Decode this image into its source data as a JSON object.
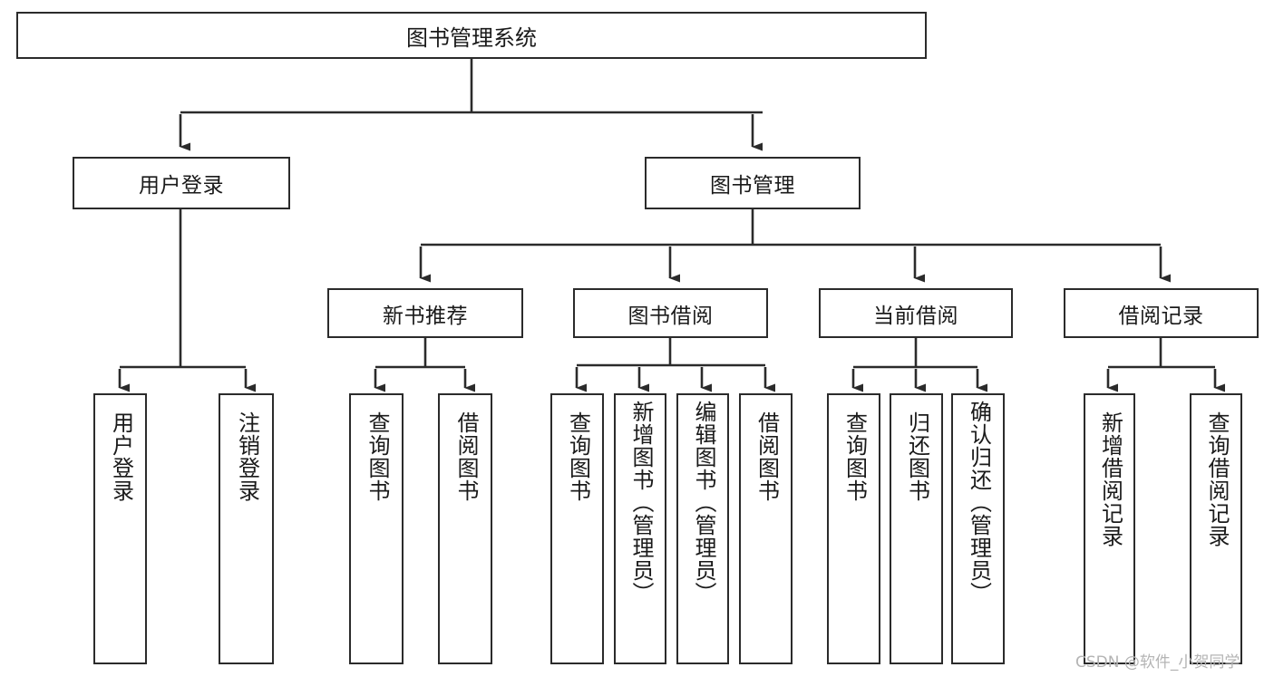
{
  "diagram": {
    "title": "图书管理系统",
    "type": "hierarchy-tree",
    "watermark": "CSDN @软件_小贺同学",
    "colors": {
      "stroke": "#2b2b2b",
      "fill": "#ffffff",
      "text": "#1a1a1a",
      "watermark": "#b4b4b4"
    },
    "nodes": {
      "root": {
        "label": "图书管理系统",
        "level": 0,
        "orientation": "horizontal"
      },
      "user_login": {
        "label": "用户登录",
        "level": 1,
        "orientation": "horizontal"
      },
      "book_manage": {
        "label": "图书管理",
        "level": 1,
        "orientation": "horizontal"
      },
      "new_book_rec": {
        "label": "新书推荐",
        "level": 2,
        "orientation": "horizontal"
      },
      "book_borrow": {
        "label": "图书借阅",
        "level": 2,
        "orientation": "horizontal"
      },
      "current_borrow": {
        "label": "当前借阅",
        "level": 2,
        "orientation": "horizontal"
      },
      "borrow_record": {
        "label": "借阅记录",
        "level": 2,
        "orientation": "horizontal"
      },
      "leaf_user_login": {
        "label": "用户登录",
        "level": 2,
        "orientation": "vertical"
      },
      "leaf_logout": {
        "label": "注销登录",
        "level": 2,
        "orientation": "vertical"
      },
      "leaf_query_book_1": {
        "label": "查询图书",
        "level": 3,
        "orientation": "vertical"
      },
      "leaf_borrow_book_1": {
        "label": "借阅图书",
        "level": 3,
        "orientation": "vertical"
      },
      "leaf_query_book_2": {
        "label": "查询图书",
        "level": 3,
        "orientation": "vertical"
      },
      "leaf_add_book": {
        "label": "新增图书（管理员）",
        "level": 3,
        "orientation": "vertical"
      },
      "leaf_edit_book": {
        "label": "编辑图书（管理员）",
        "level": 3,
        "orientation": "vertical"
      },
      "leaf_borrow_book_2": {
        "label": "借阅图书",
        "level": 3,
        "orientation": "vertical"
      },
      "leaf_query_book_3": {
        "label": "查询图书",
        "level": 3,
        "orientation": "vertical"
      },
      "leaf_return_book": {
        "label": "归还图书",
        "level": 3,
        "orientation": "vertical"
      },
      "leaf_confirm_return": {
        "label": "确认归还（管理员）",
        "level": 3,
        "orientation": "vertical"
      },
      "leaf_add_record": {
        "label": "新增借阅记录",
        "level": 3,
        "orientation": "vertical"
      },
      "leaf_query_record": {
        "label": "查询借阅记录",
        "level": 3,
        "orientation": "vertical"
      }
    },
    "edges": [
      {
        "from": "root",
        "to": "user_login"
      },
      {
        "from": "root",
        "to": "book_manage"
      },
      {
        "from": "user_login",
        "to": "leaf_user_login"
      },
      {
        "from": "user_login",
        "to": "leaf_logout"
      },
      {
        "from": "book_manage",
        "to": "new_book_rec"
      },
      {
        "from": "book_manage",
        "to": "book_borrow"
      },
      {
        "from": "book_manage",
        "to": "current_borrow"
      },
      {
        "from": "book_manage",
        "to": "borrow_record"
      },
      {
        "from": "new_book_rec",
        "to": "leaf_query_book_1"
      },
      {
        "from": "new_book_rec",
        "to": "leaf_borrow_book_1"
      },
      {
        "from": "book_borrow",
        "to": "leaf_query_book_2"
      },
      {
        "from": "book_borrow",
        "to": "leaf_add_book"
      },
      {
        "from": "book_borrow",
        "to": "leaf_edit_book"
      },
      {
        "from": "book_borrow",
        "to": "leaf_borrow_book_2"
      },
      {
        "from": "current_borrow",
        "to": "leaf_query_book_3"
      },
      {
        "from": "current_borrow",
        "to": "leaf_return_book"
      },
      {
        "from": "current_borrow",
        "to": "leaf_confirm_return"
      },
      {
        "from": "borrow_record",
        "to": "leaf_add_record"
      },
      {
        "from": "borrow_record",
        "to": "leaf_query_record"
      }
    ]
  }
}
